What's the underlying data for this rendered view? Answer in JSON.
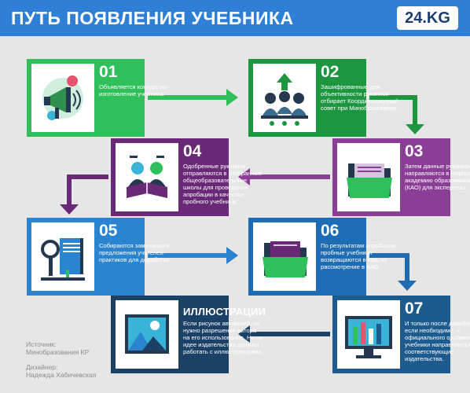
{
  "header": {
    "title": "ПУТЬ ПОЯВЛЕНИЯ УЧЕБНИКА",
    "logo": "24.KG"
  },
  "steps": [
    {
      "number": "01",
      "text": "Объявляется конкурс на изготовление учебника.",
      "color": "#2fbf5b",
      "icon": "megaphone-hand-icon"
    },
    {
      "number": "02",
      "text": "Зашифрованные для объективности рукописи отбирает Координационный совет при Минобразования.",
      "color": "#1d9640",
      "icon": "council-people-icon"
    },
    {
      "number": "03",
      "text": "Затем данные рукописи направляются в Кыргызскую академию образования (КАО) для экспертизы.",
      "color": "#8a3e96",
      "icon": "folder-icon"
    },
    {
      "number": "04",
      "text": "Одобренные рукописи отправляются в отобранные общеобразовательные школы для проведения апробации в качестве пробного учебника.",
      "color": "#6a2977",
      "icon": "readers-book-icon"
    },
    {
      "number": "05",
      "text": "Собираются замечания и предложения учителей-практиков для доработки.",
      "color": "#2b84d0",
      "icon": "notebook-magnifier-icon"
    },
    {
      "number": "06",
      "text": "По результатам апробации пробные учебники возвращаются вновь на рассмотрение в КАО.",
      "color": "#1e6cb3",
      "icon": "folder-icon"
    },
    {
      "number": "07",
      "text": "И только после доработки, если необходимо, и официального одобрения учебники направляются в соответствующие издательства.",
      "color": "#1d5a8e",
      "icon": "monitor-tools-icon"
    }
  ],
  "illustrations": {
    "title": "ИЛЛЮСТРАЦИИ",
    "text": "Если рисунок авторский, то нужно разрешение автора на его использование. Но по идее издательства должны работать с иллюстраторами.",
    "color": "#1c4166",
    "icon": "picture-icon"
  },
  "credits": {
    "source_label": "Источник:",
    "source": "Минобразования КР",
    "designer_label": "Дизайнер:",
    "designer": "Надежда Хабичевская"
  }
}
